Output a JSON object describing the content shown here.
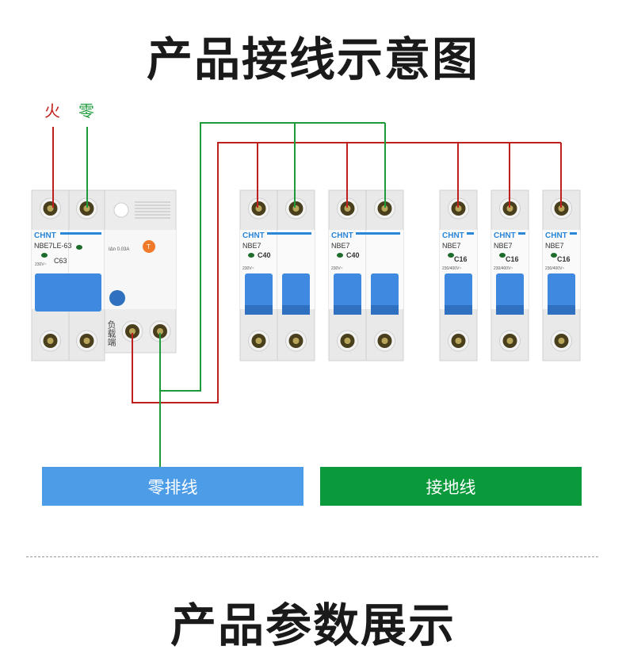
{
  "titles": {
    "wiring": "产品接线示意图",
    "params": "产品参数展示"
  },
  "labels": {
    "live": "火",
    "neutral": "零"
  },
  "bars": {
    "neutral": "零排线",
    "ground": "接地线"
  },
  "colors": {
    "live_wire": "#c0201d",
    "neutral_wire": "#1d9a3a",
    "neutral_bar": "#4d9ce8",
    "ground_bar": "#0b9a3b",
    "handle": "#3f8ae0",
    "brand": "#2a86d6"
  },
  "main_breaker": {
    "brand": "CHNT",
    "model": "NBE7LE-63",
    "rating": "C63",
    "spec": "230V~",
    "load_label": "负载端",
    "rcd_spec": "IΔn 0.03A",
    "test_button": "T"
  },
  "breakers": [
    {
      "brand": "CHNT",
      "model": "NBE7",
      "rating": "C40",
      "spec": "230V~",
      "poles": 2
    },
    {
      "brand": "CHNT",
      "model": "NBE7",
      "rating": "C40",
      "spec": "230V~",
      "poles": 2
    },
    {
      "brand": "CHNT",
      "model": "NBE7",
      "rating": "C16",
      "spec": "230/400V~",
      "poles": 1
    },
    {
      "brand": "CHNT",
      "model": "NBE7",
      "rating": "C16",
      "spec": "230/400V~",
      "poles": 1
    },
    {
      "brand": "CHNT",
      "model": "NBE7",
      "rating": "C16",
      "spec": "230/400V~",
      "poles": 1
    }
  ]
}
